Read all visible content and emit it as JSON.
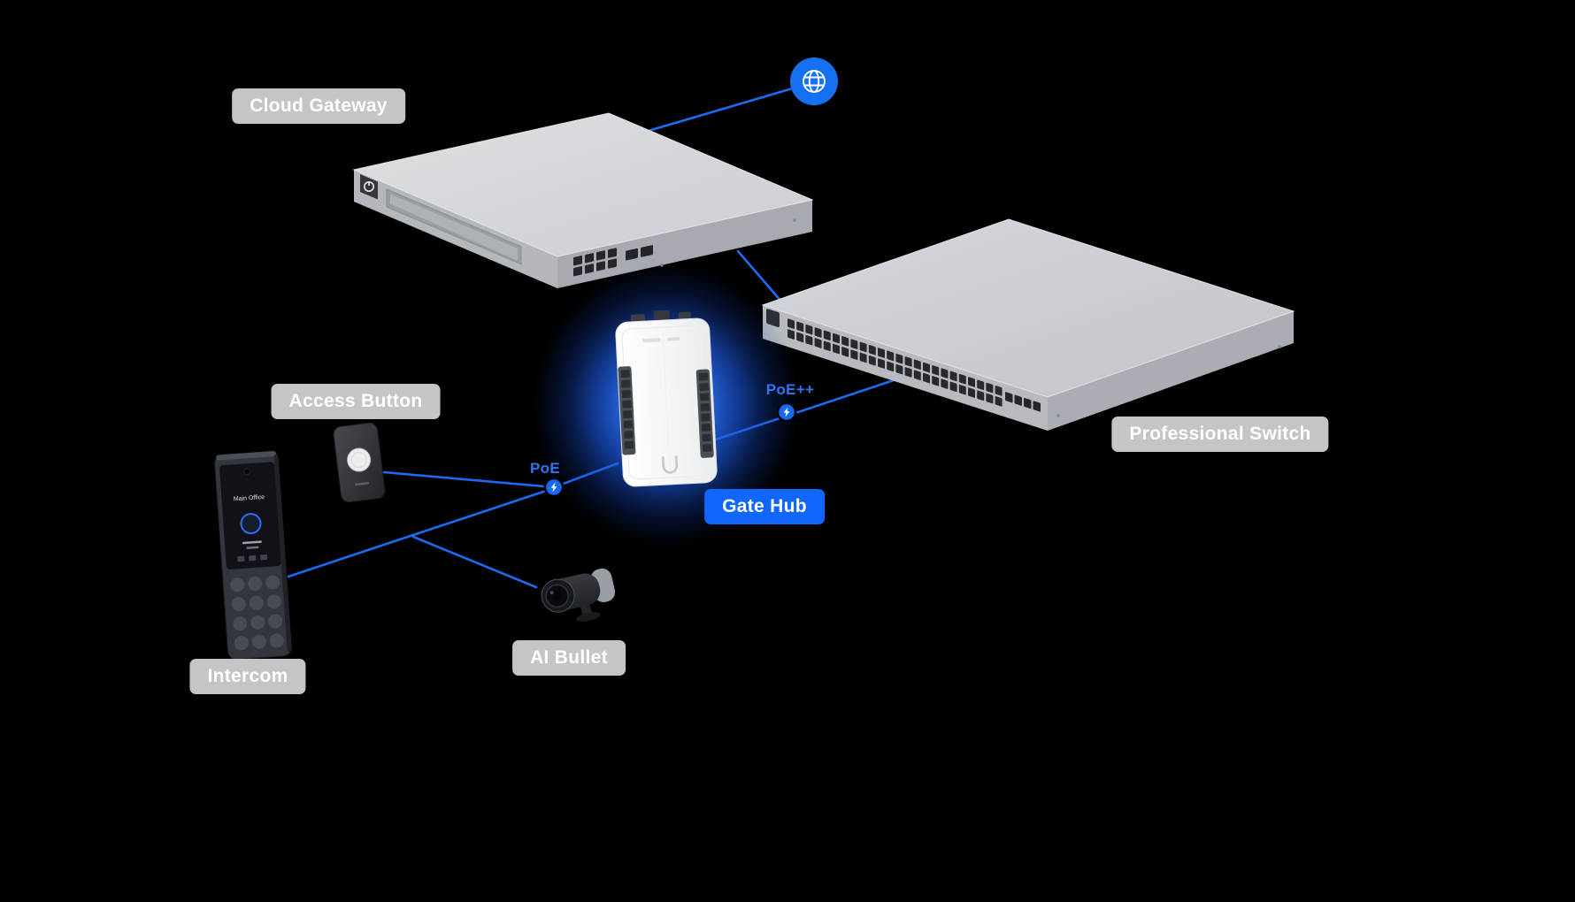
{
  "canvas": {
    "background": "#000000"
  },
  "palette": {
    "accent_blue": "#1d6bf3",
    "gate_hub_label_bg": "#1166fe",
    "gray_label_bg": "#c3c5c7",
    "label_text": "#ffffff",
    "poe_text_blue": "#2d76f7",
    "glow_blue": "#2b6ef5",
    "device_gray_top": "#d6d9dc"
  },
  "nodes": {
    "cloud_gateway": {
      "label": "Cloud Gateway"
    },
    "professional_switch": {
      "label": "Professional Switch"
    },
    "gate_hub": {
      "label": "Gate Hub"
    },
    "access_button": {
      "label": "Access Button"
    },
    "intercom": {
      "label": "Intercom",
      "screen_title": "Main Office"
    },
    "ai_bullet": {
      "label": "AI Bullet"
    },
    "internet": {
      "icon": "globe"
    }
  },
  "connections": {
    "poe_label": "PoE",
    "poe_plus_label": "PoE++"
  }
}
